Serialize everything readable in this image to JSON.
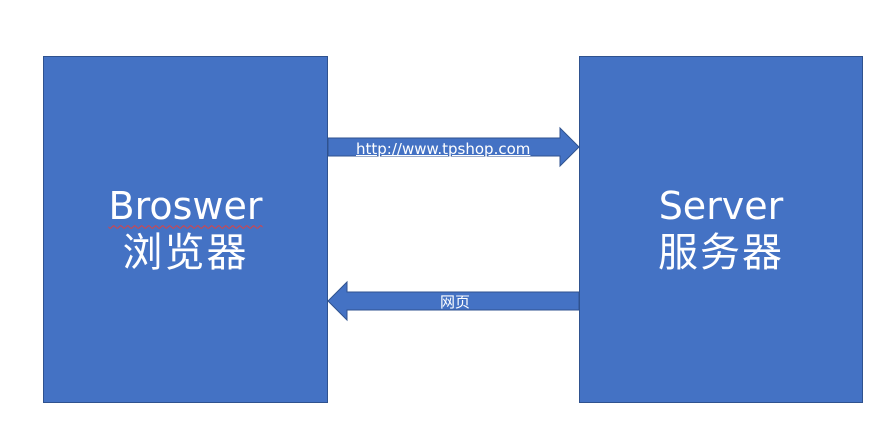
{
  "nodes": {
    "browser": {
      "title": "Broswer",
      "subtitle": "浏览器"
    },
    "server": {
      "title": "Server",
      "subtitle": "服务器"
    }
  },
  "arrows": {
    "request": {
      "label": "http://www.tpshop.com",
      "direction": "browser-to-server"
    },
    "response": {
      "label": "网页",
      "direction": "server-to-browser"
    }
  },
  "colors": {
    "box_fill": "#4472c4",
    "box_border": "#2f528f",
    "text": "#ffffff",
    "spellcheck_underline": "#e04040"
  }
}
